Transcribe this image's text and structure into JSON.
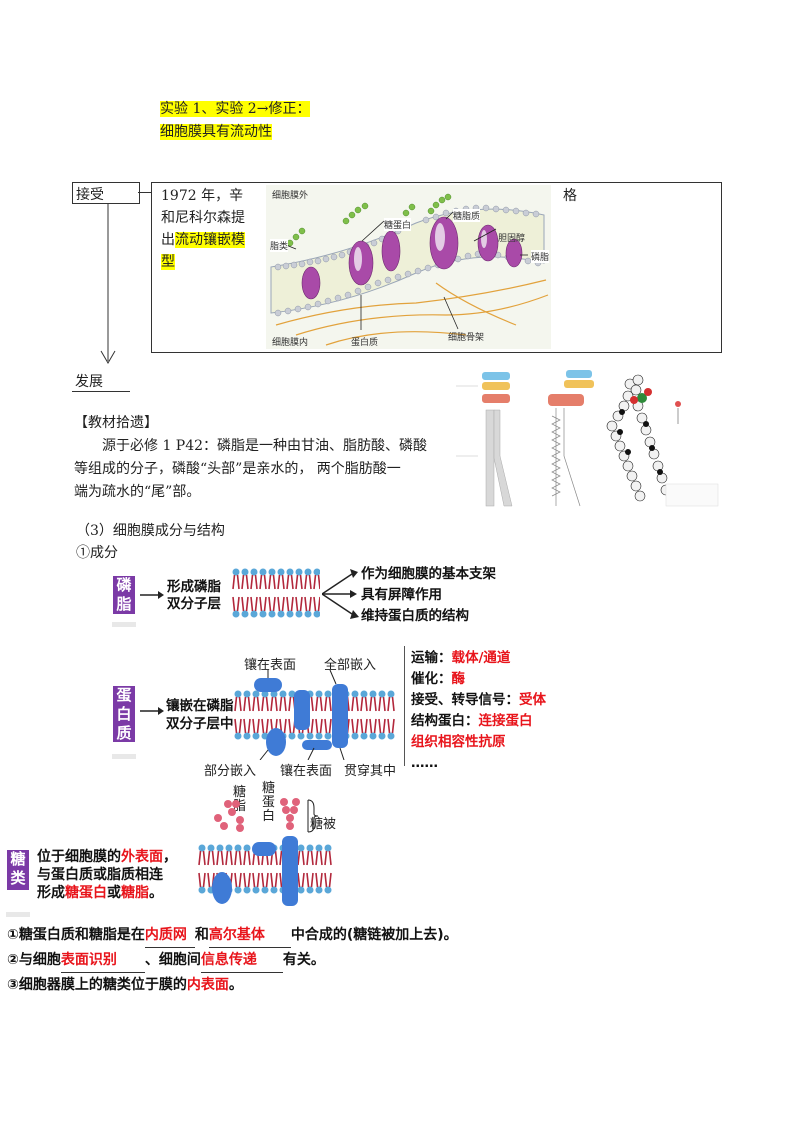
{
  "top_note": {
    "line1": "实验 1、实验 2→修正：",
    "line2": "细胞膜具有流动性"
  },
  "flow": {
    "accept_label": "接受",
    "develop_label": "发展",
    "model_text_1": "1972 年，辛",
    "model_text_2": "和尼科尔森提",
    "model_text_3_prefix": "出",
    "model_text_3_highlight": "流动镶嵌模",
    "model_text_4_highlight": "型",
    "right_char": "格"
  },
  "membrane_figure": {
    "outside_label": "细胞膜外",
    "inside_label": "细胞膜内",
    "glycoprotein": "糖蛋白",
    "glycolipid": "糖脂质",
    "lipid": "脂类",
    "cholesterol": "胆固醇",
    "phospholipid": "磷脂",
    "protein": "蛋白质",
    "cytoskeleton": "细胞骨架"
  },
  "textbook": {
    "heading": "【教材拾遗】",
    "line1": "源于必修 1 P42：磷脂是一种由甘油、脂肪酸、磷酸",
    "line2": "等组成的分子，磷酸“头部”是亲水的，  两个脂肪酸一",
    "line3": "端为疏水的“尾”部。"
  },
  "section": {
    "title": "（3）细胞膜成分与结构",
    "sub": "①成分"
  },
  "phospholipid_row": {
    "tag": "磷\n脂",
    "label_1": "形成磷脂",
    "label_2": "双分子层",
    "functions": [
      "作为细胞膜的基本支架",
      "具有屏障作用",
      "维持蛋白质的结构"
    ]
  },
  "protein_row": {
    "tag": "蛋\n白\n质",
    "label_1": "镶嵌在磷脂",
    "label_2": "双分子层中",
    "top_left": "镶在表面",
    "top_right": "全部嵌入",
    "bottom_1": "部分嵌入",
    "bottom_2": "镶在表面",
    "bottom_3": "贯穿其中",
    "functions": [
      {
        "label": "运输：",
        "answer": "载体/通道"
      },
      {
        "label": "催化：",
        "answer": "酶"
      },
      {
        "label": "接受、转导信号：",
        "answer": "受体"
      },
      {
        "label": "结构蛋白：",
        "answer": "连接蛋白"
      },
      {
        "label": "",
        "answer": "组织相容性抗原"
      },
      {
        "label": "……",
        "answer": ""
      }
    ]
  },
  "sugar_row": {
    "tag": "糖\n类",
    "glycolipid_label": "糖\n脂",
    "glycoprotein_label": "糖\n蛋\n白",
    "glycocalyx_label": "糖被",
    "desc_1_prefix": "位于细胞膜的",
    "desc_1_red": "外表面",
    "desc_1_suffix": "，",
    "desc_2": "与蛋白质或脂质相连",
    "desc_3_prefix": "形成",
    "desc_3_red1": "糖蛋白",
    "desc_3_mid": "或",
    "desc_3_red2": "糖脂",
    "desc_3_suffix": "。"
  },
  "questions": {
    "q1_prefix": "①糖蛋白质和糖脂是在",
    "q1_a1": "内质网",
    "q1_mid": "和",
    "q1_a2": "高尔基体",
    "q1_suffix": "中合成的(糖链被加上去)。",
    "q2_prefix": "②与细胞",
    "q2_a1": "表面识别",
    "q2_mid": "、细胞间",
    "q2_a2": "信息传递",
    "q2_suffix": "有关。",
    "q3_prefix": "③细胞器膜上的糖类位于膜的",
    "q3_a1": "内表面",
    "q3_suffix": "。"
  },
  "colors": {
    "highlight": "#ffff00",
    "tag_purple": "#7b3aa6",
    "answer_red": "#e8141b",
    "protein_blue": "#3f7bd6",
    "lipid_head": "#5aa7d8",
    "lipid_tail": "#b2283c",
    "sugar_pink": "#e0627a"
  }
}
